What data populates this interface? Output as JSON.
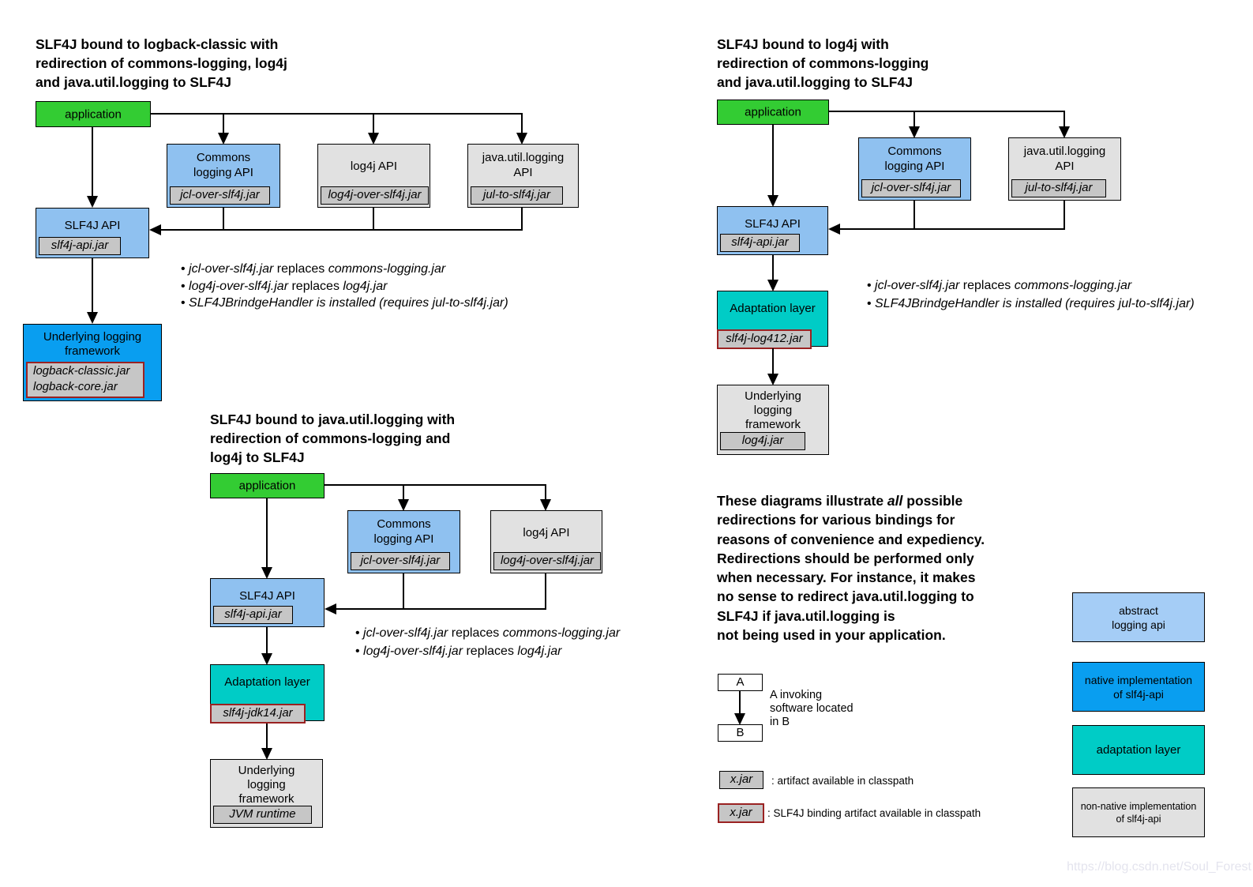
{
  "colors": {
    "application_green": "#33CC33",
    "api_blue": "#8FC1F0",
    "native_blue": "#099EF0",
    "adaptation_teal": "#00CCC6",
    "nonnative_gray": "#E1E1E1",
    "jar_gray": "#C6C6C6",
    "binding_border_red": "#9A2222"
  },
  "d1": {
    "title": "SLF4J bound to logback-classic with\nredirection of commons-logging, log4j\nand java.util.logging to SLF4J",
    "application": "application",
    "commons": {
      "title": "Commons\nlogging API",
      "jar": "jcl-over-slf4j.jar"
    },
    "log4j": {
      "title": "log4j API",
      "jar": "log4j-over-slf4j.jar"
    },
    "jul": {
      "title": "java.util.logging\nAPI",
      "jar": "jul-to-slf4j.jar"
    },
    "slf4j": {
      "title": "SLF4J API",
      "jar": "slf4j-api.jar"
    },
    "underlying": {
      "title": "Underlying logging\nframework",
      "jar": "logback-classic.jar\nlogback-core.jar"
    },
    "notes": [
      [
        {
          "t": "• ",
          "i": false
        },
        {
          "t": "jcl-over-slf4j.jar",
          "i": true
        },
        {
          "t": " replaces ",
          "i": false
        },
        {
          "t": "commons-logging.jar",
          "i": true
        }
      ],
      [
        {
          "t": "• ",
          "i": false
        },
        {
          "t": "log4j-over-slf4j.jar",
          "i": true
        },
        {
          "t": " replaces ",
          "i": false
        },
        {
          "t": "log4j.jar",
          "i": true
        }
      ],
      [
        {
          "t": "• ",
          "i": false
        },
        {
          "t": "SLF4JBrindgeHandler is installed (requires jul-to-slf4j.jar)",
          "i": true
        }
      ]
    ]
  },
  "d2": {
    "title": "SLF4J bound to log4j with\nredirection of commons-logging\nand java.util.logging to SLF4J",
    "application": "application",
    "commons": {
      "title": "Commons\nlogging API",
      "jar": "jcl-over-slf4j.jar"
    },
    "jul": {
      "title": "java.util.logging\nAPI",
      "jar": "jul-to-slf4j.jar"
    },
    "slf4j": {
      "title": "SLF4J API",
      "jar": "slf4j-api.jar"
    },
    "adaptation": {
      "title": "Adaptation layer",
      "jar": "slf4j-log412.jar"
    },
    "underlying": {
      "title": "Underlying\nlogging\nframework",
      "jar": "log4j.jar"
    },
    "notes": [
      [
        {
          "t": "• ",
          "i": false
        },
        {
          "t": "jcl-over-slf4j.jar",
          "i": true
        },
        {
          "t": " replaces ",
          "i": false
        },
        {
          "t": "commons-logging.jar",
          "i": true
        }
      ],
      [
        {
          "t": "• ",
          "i": false
        },
        {
          "t": "SLF4JBrindgeHandler is installed (requires jul-to-slf4j.jar)",
          "i": true
        }
      ]
    ]
  },
  "d3": {
    "title": "SLF4J bound to java.util.logging with\nredirection of commons-logging and\nlog4j to SLF4J",
    "application": "application",
    "commons": {
      "title": "Commons\nlogging API",
      "jar": "jcl-over-slf4j.jar"
    },
    "log4j": {
      "title": "log4j API",
      "jar": "log4j-over-slf4j.jar"
    },
    "slf4j": {
      "title": "SLF4J API",
      "jar": "slf4j-api.jar"
    },
    "adaptation": {
      "title": "Adaptation layer",
      "jar": "slf4j-jdk14.jar"
    },
    "underlying": {
      "title": "Underlying\nlogging\nframework",
      "jar": "JVM runtime"
    },
    "notes": [
      [
        {
          "t": "• ",
          "i": false
        },
        {
          "t": "jcl-over-slf4j.jar",
          "i": true
        },
        {
          "t": " replaces ",
          "i": false
        },
        {
          "t": "commons-logging.jar",
          "i": true
        }
      ],
      [
        {
          "t": "• ",
          "i": false
        },
        {
          "t": "log4j-over-slf4j.jar",
          "i": true
        },
        {
          "t": " replaces ",
          "i": false
        },
        {
          "t": "log4j.jar",
          "i": true
        }
      ]
    ]
  },
  "paragraph": {
    "lines": [
      [
        {
          "t": "These diagrams illustrate ",
          "i": false
        },
        {
          "t": "all",
          "i": true
        },
        {
          "t": " possible",
          "i": false
        }
      ],
      [
        {
          "t": "redirections for various bindings for",
          "i": false
        }
      ],
      [
        {
          "t": "reasons of convenience and expediency.",
          "i": false
        }
      ],
      [
        {
          "t": "Redirections should be performed only",
          "i": false
        }
      ],
      [
        {
          "t": "when necessary. For instance, it makes",
          "i": false
        }
      ],
      [
        {
          "t": "no sense to redirect java.util.logging to",
          "i": false
        }
      ],
      [
        {
          "t": "SLF4J if java.util.logging is",
          "i": false
        }
      ],
      [
        {
          "t": "not being used in your application.",
          "i": false
        }
      ]
    ]
  },
  "legend": {
    "a_label": "A",
    "b_label": "B",
    "ab_caption": "A invoking\nsoftware located\nin B",
    "xjar": "x.jar",
    "artifact_caption": ": artifact available in classpath",
    "binding_caption": ": SLF4J binding artifact available in classpath",
    "abstract_label": "abstract\nlogging api",
    "native_label": "native implementation\nof slf4j-api",
    "adaptation_label": "adaptation layer",
    "nonnative_label": "non-native implementation\nof slf4j-api"
  },
  "watermark": "https://blog.csdn.net/Soul_Forest"
}
